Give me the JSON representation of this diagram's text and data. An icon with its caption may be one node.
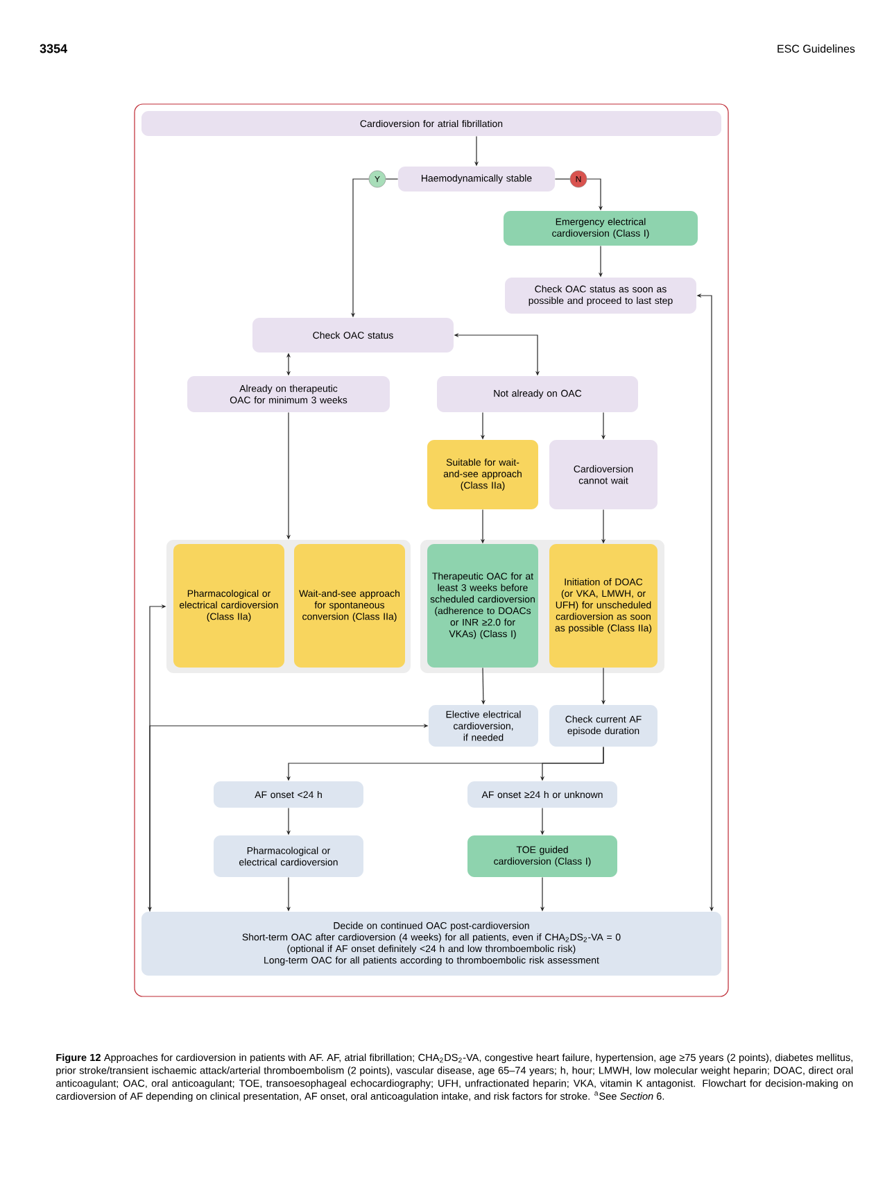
{
  "diagram": {
    "caption": "**Figure 12** Approaches for cardioversion in patients with AF. AF, atrial fibrillation; CHA$_{2}$DS$_{2}$-VA, congestive heart failure, hypertension, age ≥75 years (2 points), diabetes mellitus, prior stroke/transient ischaemic attack/arterial thromboembolism (2 points), vascular disease, age 65–74 years; h, hour; LMWH, low molecular weight heparin; DOAC, direct oral anticoagulant; OAC, oral anticoagulant; TOE, transoesophageal echocardiography; UFH, unfractionated heparin; VKA, vitamin K antagonist. Flowchart for decision-making on cardioversion of AF depending on clinical presentation, AF onset, oral anticoagulation intake, and risk factors for stroke. $^{a}$See *Section* 6.",
    "nodes": [
      {
        "text": [
          "Cardioversion for atrial fibrillation"
        ]
      },
      {
        "text": [
          "Y"
        ]
      },
      {
        "text": [
          "Haemodynamically stable"
        ]
      },
      {
        "text": [
          "N"
        ]
      },
      {
        "text": [
          "Emergency electrical cardioversion (Class I)"
        ]
      },
      {
        "text": [
          "Check OAC status as soon as possible and proceed to last step"
        ]
      },
      {
        "text": [
          "Check OAC status"
        ]
      },
      {
        "text": [
          "Already on therapeutic OAC for minimum 3 weeks"
        ]
      },
      {
        "text": [
          "Not already on OAC"
        ]
      },
      {
        "text": [
          "Suitable for wait-and-see approach (Class IIa)"
        ]
      },
      {
        "text": [
          "Cardioversion cannot wait"
        ]
      },
      {
        "text": [],
        "shape": "box"
      },
      {
        "text": [
          "Pharmacological or electrical cardioversion (Class IIa)"
        ],
        "in": 11
      },
      {
        "text": [
          "Wait-and-see approach for spontaneous conversion (Class IIa)"
        ],
        "in": 11
      },
      {
        "text": [],
        "shape": "box"
      },
      {
        "text": [
          "Therapeutic OAC for at least 3 weeks before scheduled cardioversion (adherence to DOACs or INR ≥2.0 for VKAs) (Class I)"
        ],
        "in": 14
      },
      {
        "text": [
          "Initiation of DOAC (or VKA, LMWH, or UFH) for unscheduled cardioversion as soon as possible (Class IIa)"
        ],
        "in": 14
      },
      {
        "text": [
          "Elective electrical cardioversion, if needed"
        ]
      },
      {
        "text": [
          "Check current AF episode duration"
        ]
      },
      {
        "text": [
          "AF onset <24 h"
        ]
      },
      {
        "text": [
          "AF onset ≥24 h or unknown"
        ]
      },
      {
        "text": [
          "Pharmacological or electrical cardioversion"
        ]
      },
      {
        "text": [
          "TOE guided cardioversion (Class I)"
        ]
      },
      {
        "text": [
          "Decide on continued OAC post-cardioversion",
          "Short-term OAC after cardioversion (4 weeks) for all patients, even if CHA$_{2}$DS$_{2}$-VA = 0",
          "(optional if AF onset definitely <24 h and low thromboembolic risk)",
          "Long-term OAC for all patients according to thromboembolic risk assessment"
        ]
      }
    ],
    "edges": [
      {
        "from": 0,
        "to": 2,
        "arrow": "to"
      },
      {
        "from": 2,
        "to": 1,
        "arrow": "none"
      },
      {
        "from": 2,
        "to": 3,
        "arrow": "none"
      },
      {
        "from": 1,
        "to": 6,
        "arrow": "to"
      },
      {
        "from": 3,
        "to": 4,
        "arrow": "to"
      },
      {
        "from": 4,
        "to": 5,
        "arrow": "to"
      },
      {
        "from": 5,
        "to": 23,
        "arrow": "both"
      },
      {
        "from": 6,
        "to": 7,
        "arrow": "both"
      },
      {
        "from": 6,
        "to": 8,
        "arrow": "both"
      },
      {
        "from": 7,
        "to": 11,
        "arrow": "to"
      },
      {
        "from": 8,
        "to": 9,
        "arrow": "to"
      },
      {
        "from": 8,
        "to": 10,
        "arrow": "to"
      },
      {
        "from": 9,
        "to": 15,
        "arrow": "to"
      },
      {
        "from": 10,
        "to": 16,
        "arrow": "to"
      },
      {
        "from": 15,
        "to": 17,
        "arrow": "to"
      },
      {
        "from": 16,
        "to": 18,
        "arrow": "to"
      },
      {
        "from": 18,
        "to": 19,
        "arrow": "to"
      },
      {
        "from": 18,
        "to": 20,
        "arrow": "to"
      },
      {
        "from": 19,
        "to": 21,
        "arrow": "to"
      },
      {
        "from": 20,
        "to": 22,
        "arrow": "to"
      },
      {
        "from": 21,
        "to": 23,
        "arrow": "to"
      },
      {
        "from": 22,
        "to": 23,
        "arrow": "to"
      },
      {
        "from": 11,
        "to": 23,
        "arrow": "both"
      },
      {
        "from": 23,
        "to": 17,
        "arrow": "to"
      }
    ],
    "labels": [
      "3354",
      "ESC Guidelines"
    ]
  }
}
